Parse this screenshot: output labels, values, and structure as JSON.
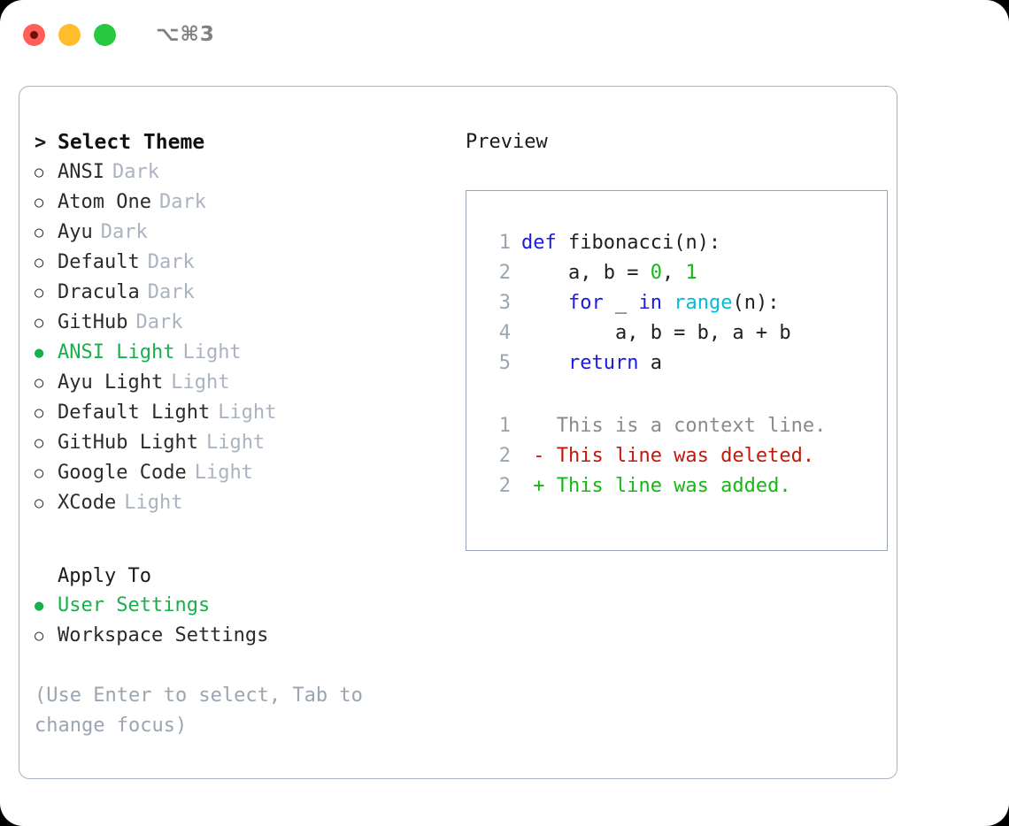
{
  "titlebar": {
    "shortcut": "⌥⌘3",
    "lights": [
      {
        "name": "close",
        "color": "#ff5f57"
      },
      {
        "name": "minimize",
        "color": "#ffbd2e"
      },
      {
        "name": "maximize",
        "color": "#28c840"
      }
    ]
  },
  "theme_picker": {
    "caret": ">",
    "heading": "Select Theme",
    "marker_selected": "●",
    "marker_unselected": "○",
    "items": [
      {
        "name": "ANSI",
        "tag": "Dark",
        "selected": false
      },
      {
        "name": "Atom One",
        "tag": "Dark",
        "selected": false
      },
      {
        "name": "Ayu",
        "tag": "Dark",
        "selected": false
      },
      {
        "name": "Default",
        "tag": "Dark",
        "selected": false
      },
      {
        "name": "Dracula",
        "tag": "Dark",
        "selected": false
      },
      {
        "name": "GitHub",
        "tag": "Dark",
        "selected": false
      },
      {
        "name": "ANSI Light",
        "tag": "Light",
        "selected": true
      },
      {
        "name": "Ayu Light",
        "tag": "Light",
        "selected": false
      },
      {
        "name": "Default Light",
        "tag": "Light",
        "selected": false
      },
      {
        "name": "GitHub Light",
        "tag": "Light",
        "selected": false
      },
      {
        "name": "Google Code",
        "tag": "Light",
        "selected": false
      },
      {
        "name": "XCode",
        "tag": "Light",
        "selected": false
      }
    ]
  },
  "apply_to": {
    "label": "Apply To",
    "options": [
      {
        "name": "User Settings",
        "selected": true
      },
      {
        "name": "Workspace Settings",
        "selected": false
      }
    ]
  },
  "hint": "(Use Enter to select, Tab to change focus)",
  "preview": {
    "title": "Preview",
    "code_lines": [
      {
        "no": "1",
        "tokens": [
          {
            "t": "def",
            "c": "kw"
          },
          {
            "t": " fibonacci(n):",
            "c": "plain"
          }
        ]
      },
      {
        "no": "2",
        "tokens": [
          {
            "t": "    a, b = ",
            "c": "plain"
          },
          {
            "t": "0",
            "c": "num"
          },
          {
            "t": ", ",
            "c": "plain"
          },
          {
            "t": "1",
            "c": "num"
          }
        ]
      },
      {
        "no": "3",
        "tokens": [
          {
            "t": "    ",
            "c": "plain"
          },
          {
            "t": "for",
            "c": "kw"
          },
          {
            "t": " _ ",
            "c": "plain"
          },
          {
            "t": "in",
            "c": "kw"
          },
          {
            "t": " ",
            "c": "plain"
          },
          {
            "t": "range",
            "c": "fn"
          },
          {
            "t": "(n):",
            "c": "plain"
          }
        ]
      },
      {
        "no": "4",
        "tokens": [
          {
            "t": "        a, b = b, a + b",
            "c": "plain"
          }
        ]
      },
      {
        "no": "5",
        "tokens": [
          {
            "t": "    ",
            "c": "plain"
          },
          {
            "t": "return",
            "c": "kw"
          },
          {
            "t": " a",
            "c": "plain"
          }
        ]
      }
    ],
    "diff_lines": [
      {
        "no": "1",
        "marker": " ",
        "text": "This is a context line.",
        "kind": "ctx"
      },
      {
        "no": "2",
        "marker": "-",
        "text": "This line was deleted.",
        "kind": "del"
      },
      {
        "no": "2",
        "marker": "+",
        "text": "This line was added.",
        "kind": "add"
      }
    ]
  },
  "colors": {
    "accent_green": "#18b04b",
    "muted": "#9aa5b1",
    "keyword": "#1a1ae0",
    "function": "#00bcd4",
    "number": "#14b814",
    "diff_add": "#14b814",
    "diff_del": "#c21807",
    "border": "#aab3c0"
  }
}
